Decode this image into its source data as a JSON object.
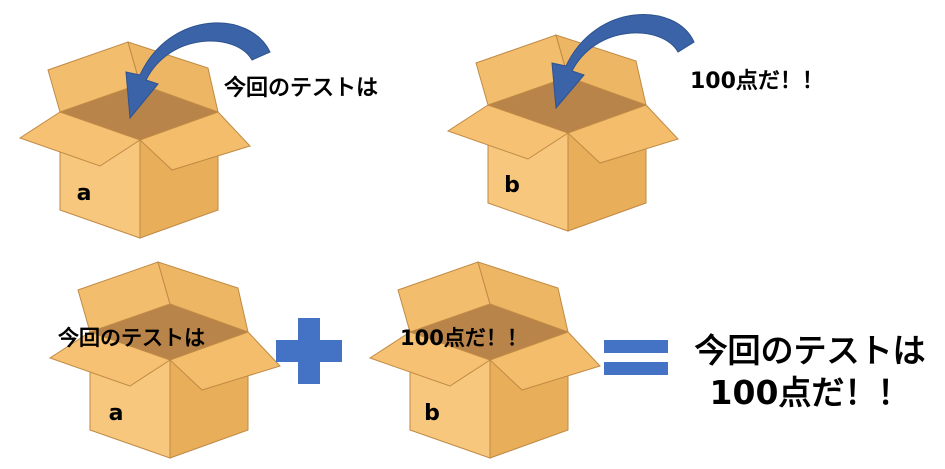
{
  "colors": {
    "box_front": "#F8C77E",
    "box_side": "#E8AE5A",
    "box_inner": "#B9844A",
    "box_flap": "#F2BE6E",
    "box_edge": "#C08A44",
    "arrow": "#3A63A8",
    "operator": "#4472C4",
    "text": "#000000"
  },
  "top_row": {
    "box_a_label": "a",
    "box_b_label": "b",
    "text_a": "今回のテストは",
    "text_b": "100点だ！！"
  },
  "bottom_row": {
    "box_a_label": "a",
    "box_b_label": "b",
    "content_a": "今回のテストは",
    "content_b": "100点だ！！",
    "plus_icon": "plus-icon",
    "equals_icon": "equals-icon",
    "result_line1": "今回のテストは",
    "result_line2": "100点だ！！"
  }
}
